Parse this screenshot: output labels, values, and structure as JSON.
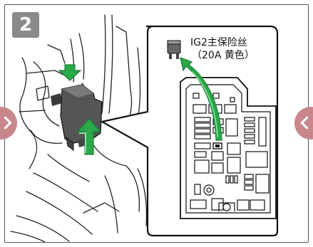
{
  "step": {
    "number": "2"
  },
  "callout": {
    "fuse_name": "IG2主保险丝",
    "fuse_spec": "（20A 黄色）"
  },
  "colors": {
    "arrow_green": "#2aa84a",
    "arrow_green_dark": "#1c7e36",
    "nav_button": "#c9878c",
    "badge": "#8a8a8a"
  },
  "icons": {
    "prev": "chevron-left-icon",
    "next": "chevron-right-icon",
    "fuse": "fuse-icon"
  }
}
